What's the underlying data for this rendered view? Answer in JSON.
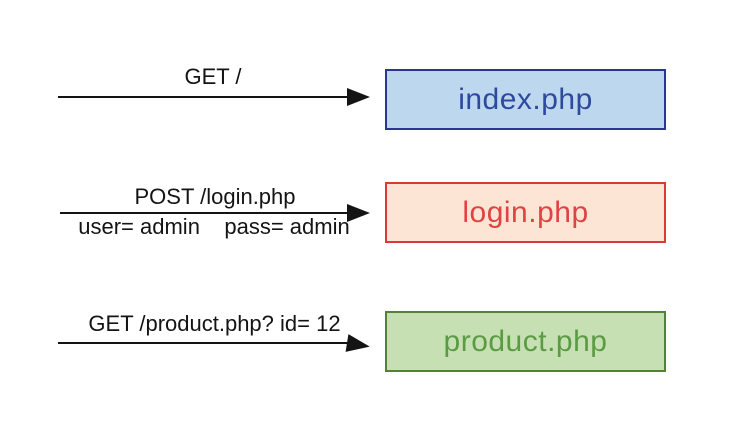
{
  "diagram": {
    "background": "#ffffff",
    "arrow_color": "#141414",
    "rows": [
      {
        "request_line": "GET /",
        "box": {
          "label": "index.php",
          "fill": "#bdd7ee",
          "border": "#2c3592",
          "text": "#2e4a9e"
        }
      },
      {
        "request_line": "POST /login.php",
        "request_params": "user= admin    pass= admin",
        "box": {
          "label": "login.php",
          "fill": "#fce5d5",
          "border": "#da3a34",
          "text": "#e04343"
        }
      },
      {
        "request_line": "GET /product.php? id= 12",
        "box": {
          "label": "product.php",
          "fill": "#c6e0b4",
          "border": "#538135",
          "text": "#5b9b44"
        }
      }
    ]
  }
}
